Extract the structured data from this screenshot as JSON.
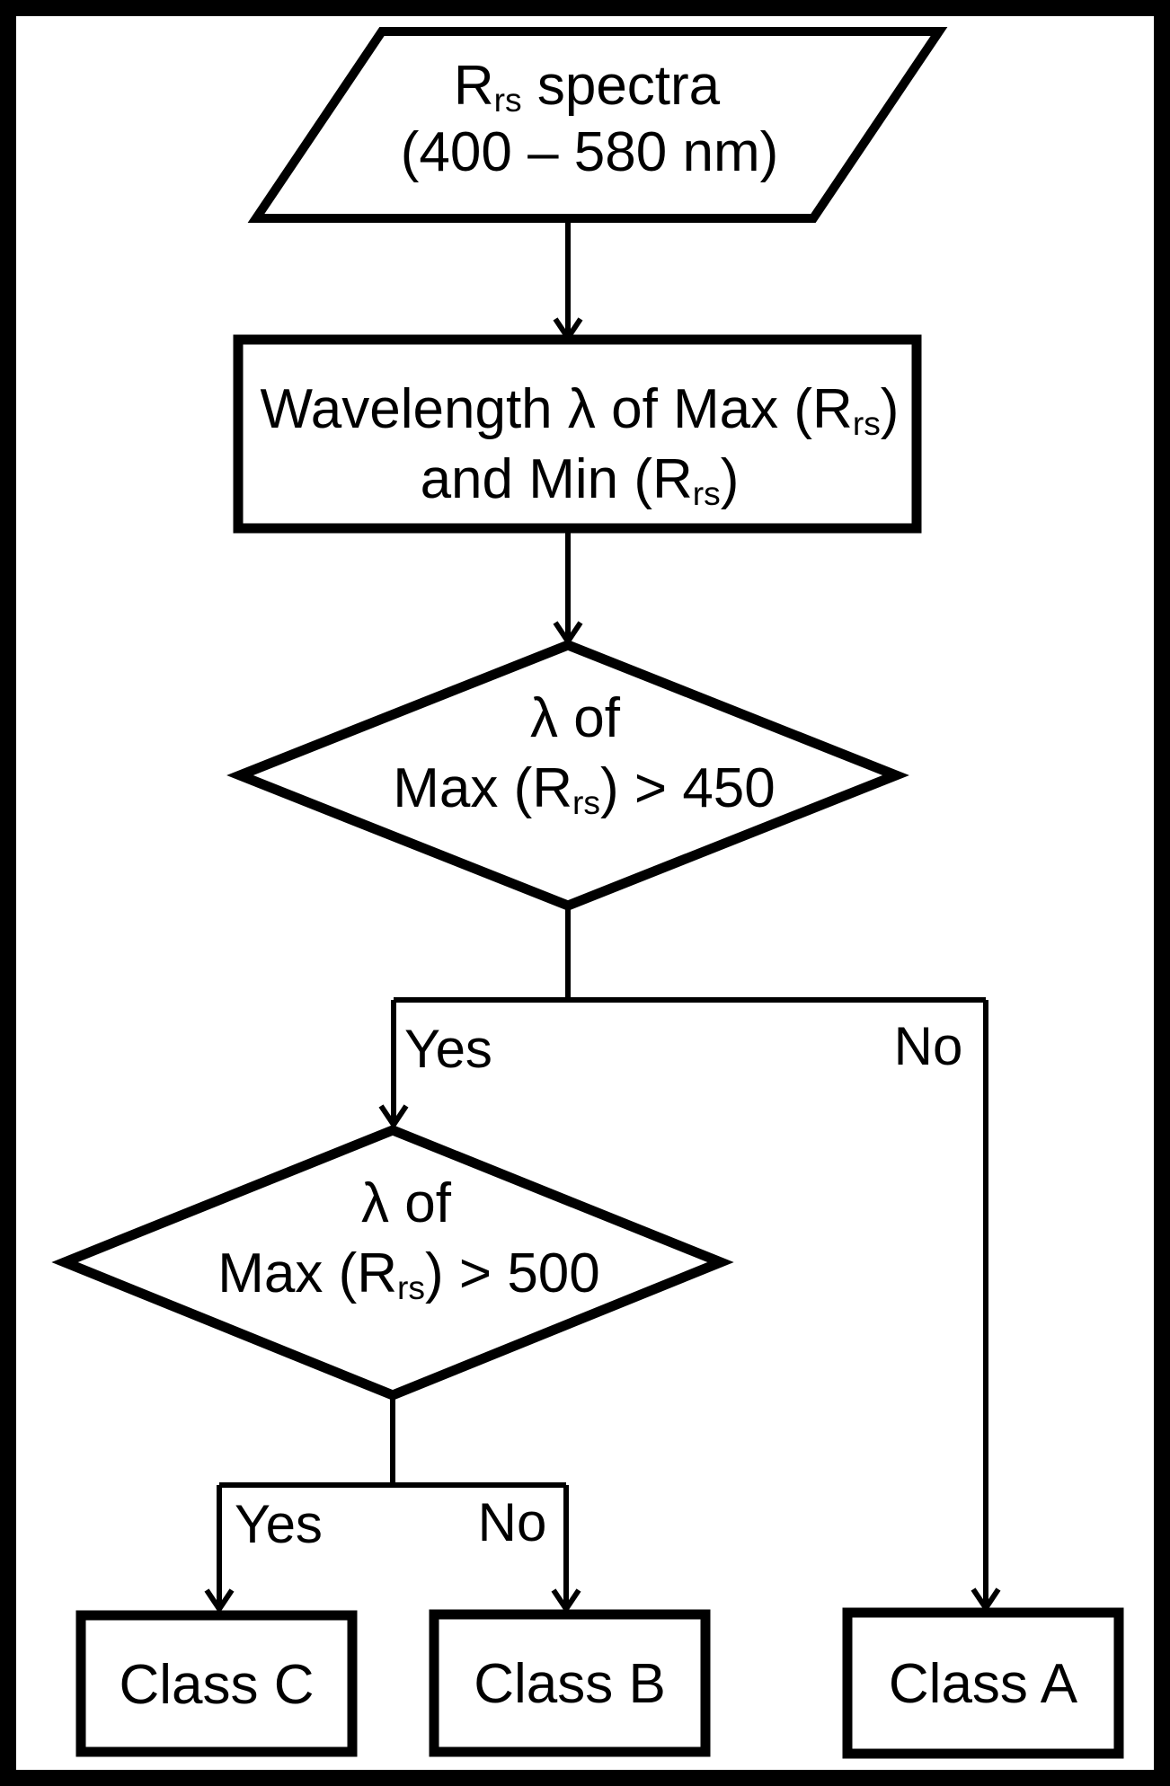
{
  "figure": {
    "type": "flowchart",
    "background_color": "#ffffff",
    "stroke_color": "#000000",
    "text_color": "#000000"
  },
  "nodes": {
    "input": {
      "shape": "parallelogram",
      "line1_parts": [
        "R",
        "rs",
        " spectra"
      ],
      "line2": "(400 – 580 nm)"
    },
    "process": {
      "shape": "rectangle",
      "line1_parts": [
        "Wavelength λ of Max (R",
        "rs",
        ")"
      ],
      "line2_parts": [
        "and Min (R",
        "rs",
        ")"
      ]
    },
    "decision1": {
      "shape": "diamond",
      "line1": "λ of",
      "line2_parts": [
        "Max (R",
        "rs",
        ") > 450"
      ]
    },
    "decision2": {
      "shape": "diamond",
      "line1": "λ of",
      "line2_parts": [
        "Max (R",
        "rs",
        ") > 500"
      ]
    },
    "class_c": {
      "shape": "rectangle",
      "label": "Class C"
    },
    "class_b": {
      "shape": "rectangle",
      "label": "Class B"
    },
    "class_a": {
      "shape": "rectangle",
      "label": "Class A"
    }
  },
  "edge_labels": {
    "decision1_yes": "Yes",
    "decision1_no": "No",
    "decision2_yes": "Yes",
    "decision2_no": "No"
  }
}
